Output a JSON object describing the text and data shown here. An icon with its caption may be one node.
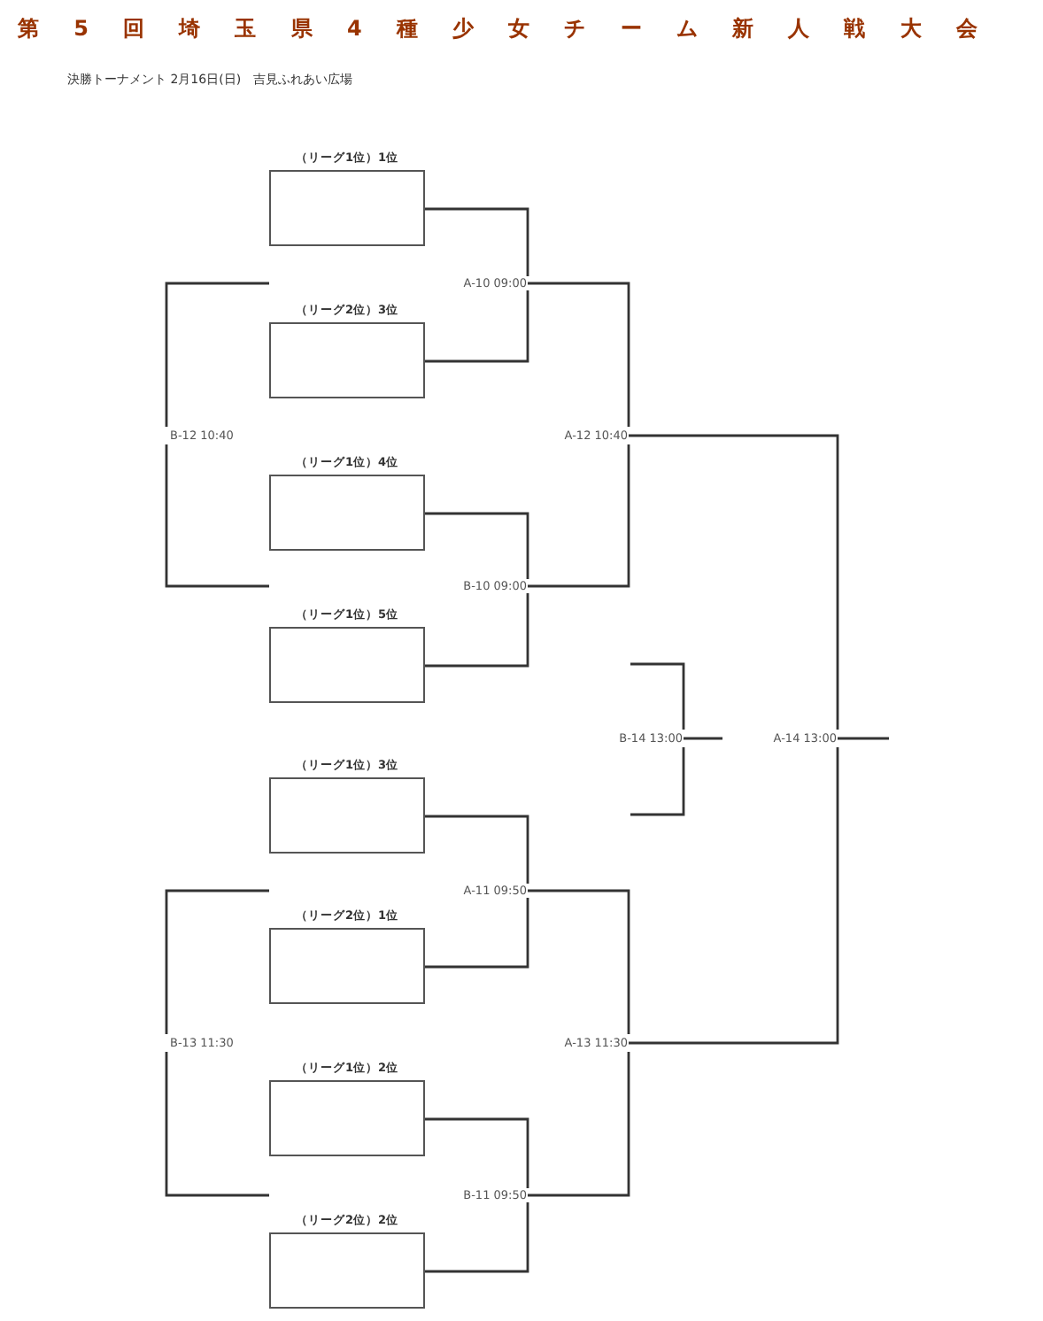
{
  "diagram": {
    "title": "第5回埼玉県4種少女チーム新人戦大会",
    "nodes": [
      {
        "text": [
          "（リーグ1位）1位"
        ]
      },
      {
        "text": [
          "（リーグ2位）3位"
        ]
      },
      {
        "text": [
          "（リーグ1位）4位"
        ]
      },
      {
        "text": [
          "（リーグ1位）5位"
        ]
      },
      {
        "text": [
          "（リーグ1位）3位"
        ]
      },
      {
        "text": [
          "（リーグ2位）1位"
        ]
      },
      {
        "text": [
          "（リーグ1位）2位"
        ]
      },
      {
        "text": [
          "（リーグ2位）2位"
        ]
      },
      {
        "text": [
          "A-10 09:00"
        ]
      },
      {
        "text": [
          "B-10 09:00"
        ]
      },
      {
        "text": [
          "A-11 09:50"
        ]
      },
      {
        "text": [
          "B-11 09:50"
        ]
      },
      {
        "text": [
          "A-12 10:40"
        ]
      },
      {
        "text": [
          "A-13 11:30"
        ]
      },
      {
        "text": [
          "A-14 13:00"
        ]
      },
      {
        "text": [
          "B-12 10:40"
        ]
      },
      {
        "text": [
          "B-13 11:30"
        ]
      },
      {
        "text": [
          "B-14 13:00"
        ]
      }
    ],
    "edges": [
      {
        "from": 0,
        "to": 8,
        "arrow": "none"
      },
      {
        "from": 1,
        "to": 8,
        "arrow": "none"
      },
      {
        "from": 2,
        "to": 9,
        "arrow": "none"
      },
      {
        "from": 3,
        "to": 9,
        "arrow": "none"
      },
      {
        "from": 4,
        "to": 10,
        "arrow": "none"
      },
      {
        "from": 5,
        "to": 10,
        "arrow": "none"
      },
      {
        "from": 6,
        "to": 11,
        "arrow": "none"
      },
      {
        "from": 7,
        "to": 11,
        "arrow": "none"
      },
      {
        "from": 8,
        "to": 12,
        "arrow": "none"
      },
      {
        "from": 9,
        "to": 12,
        "arrow": "none"
      },
      {
        "from": 10,
        "to": 13,
        "arrow": "none"
      },
      {
        "from": 11,
        "to": 13,
        "arrow": "none"
      },
      {
        "from": 12,
        "to": 14,
        "arrow": "none"
      },
      {
        "from": 13,
        "to": 14,
        "arrow": "none"
      },
      {
        "from": 14,
        "to": null,
        "arrow": "none"
      },
      {
        "from": 15,
        "to": null,
        "arrow": "none"
      },
      {
        "from": 15,
        "to": null,
        "arrow": "none"
      },
      {
        "from": 16,
        "to": null,
        "arrow": "none"
      },
      {
        "from": 16,
        "to": null,
        "arrow": "none"
      },
      {
        "from": 17,
        "to": null,
        "arrow": "none"
      },
      {
        "from": 17,
        "to": null,
        "arrow": "none"
      },
      {
        "from": 17,
        "to": null,
        "arrow": "none"
      }
    ],
    "labels": [
      "決勝トーナメント 2月16日(日)　吉見ふれあい広場"
    ]
  }
}
